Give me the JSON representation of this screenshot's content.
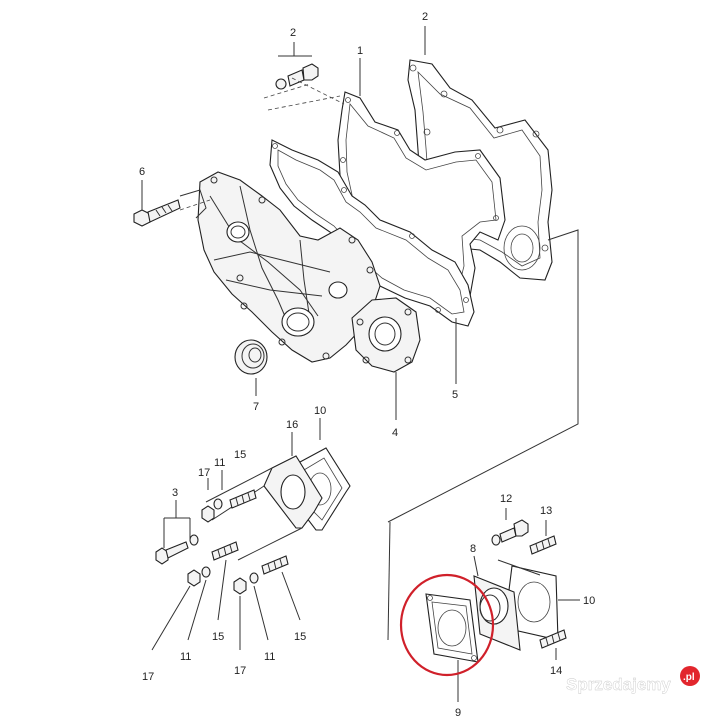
{
  "callouts": [
    {
      "id": "c2a",
      "text": "2"
    },
    {
      "id": "c1",
      "text": "1"
    },
    {
      "id": "c2b",
      "text": "2"
    },
    {
      "id": "c6",
      "text": "6"
    },
    {
      "id": "c7",
      "text": "7"
    },
    {
      "id": "c16",
      "text": "16"
    },
    {
      "id": "c10a",
      "text": "10"
    },
    {
      "id": "c4",
      "text": "4"
    },
    {
      "id": "c5",
      "text": "5"
    },
    {
      "id": "c3",
      "text": "3"
    },
    {
      "id": "c17a",
      "text": "17"
    },
    {
      "id": "c11a",
      "text": "11"
    },
    {
      "id": "c15a",
      "text": "15"
    },
    {
      "id": "c17b",
      "text": "17"
    },
    {
      "id": "c11b",
      "text": "11"
    },
    {
      "id": "c15b",
      "text": "15"
    },
    {
      "id": "c17c",
      "text": "17"
    },
    {
      "id": "c11c",
      "text": "11"
    },
    {
      "id": "c15c",
      "text": "15"
    },
    {
      "id": "c12",
      "text": "12"
    },
    {
      "id": "c13",
      "text": "13"
    },
    {
      "id": "c8",
      "text": "8"
    },
    {
      "id": "c10b",
      "text": "10"
    },
    {
      "id": "c14",
      "text": "14"
    },
    {
      "id": "c9",
      "text": "9"
    }
  ],
  "watermark": {
    "text": "Sprzedajemy",
    "suffix": ".pl",
    "color": "#e2262d"
  },
  "highlight_color": "#d0202a"
}
